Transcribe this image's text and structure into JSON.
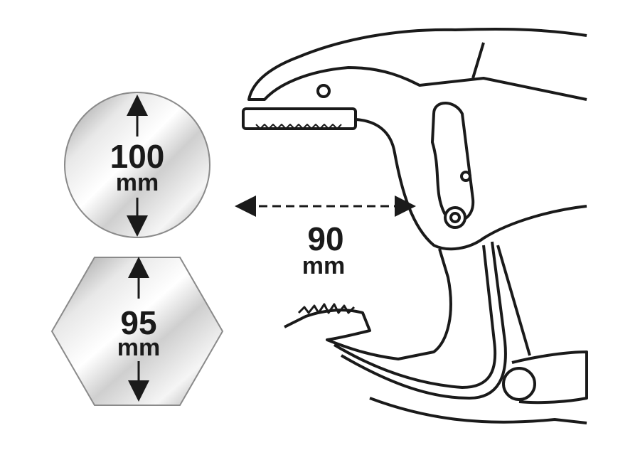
{
  "dimensions": {
    "round_capacity": {
      "value": "100",
      "unit": "mm"
    },
    "hex_capacity": {
      "value": "95",
      "unit": "mm"
    },
    "jaw_depth": {
      "value": "90",
      "unit": "mm"
    }
  },
  "colors": {
    "stroke": "#1a1a1a",
    "metal_light": "#f2f2f2",
    "metal_dark": "#9a9a9a"
  }
}
